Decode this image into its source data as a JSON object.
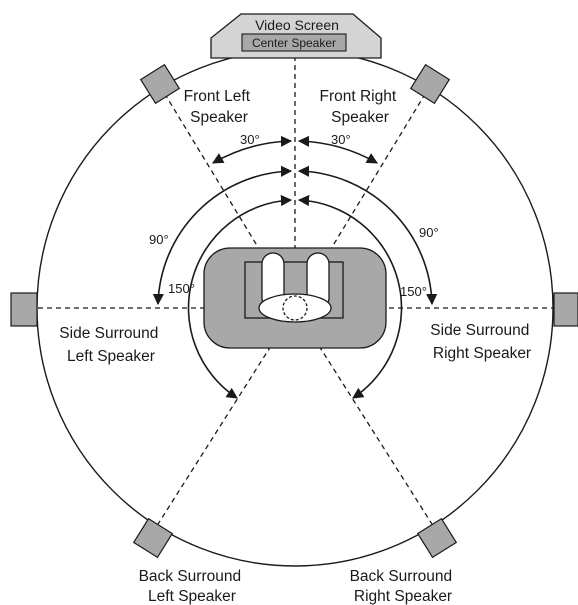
{
  "screen": {
    "title": "Video Screen",
    "center_label": "Center Speaker"
  },
  "speakers": {
    "front_left": [
      "Front Left",
      "Speaker"
    ],
    "front_right": [
      "Front Right",
      "Speaker"
    ],
    "side_left": [
      "Side Surround",
      "Left Speaker"
    ],
    "side_right": [
      "Side Surround",
      "Right Speaker"
    ],
    "back_left": [
      "Back Surround",
      "Left Speaker"
    ],
    "back_right": [
      "Back Surround",
      "Right Speaker"
    ]
  },
  "angles": {
    "front_left": "30°",
    "front_right": "30°",
    "side_left": "90°",
    "side_right": "90°",
    "back_left": "150°",
    "back_right": "150°"
  },
  "colors": {
    "line": "#1a1a1a",
    "speaker_fill": "#a8a8a8",
    "sofa_fill": "#a8a8a8",
    "screen_fill": "#d4d4d4",
    "seat_fill": "#ffffff"
  }
}
